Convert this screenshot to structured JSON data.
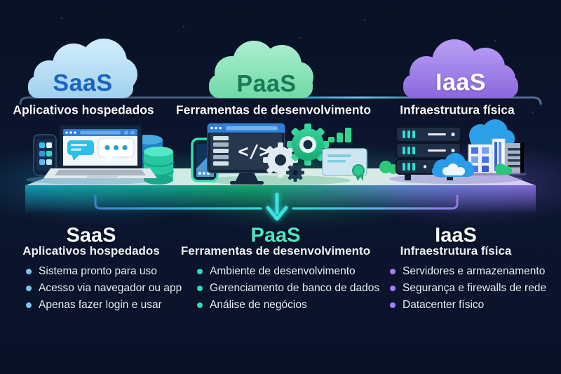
{
  "clouds": [
    {
      "id": "saas",
      "label": "SaaS",
      "caption": "Aplicativos hospedados",
      "cloud_color": "#aed9f4",
      "label_color": "#1a63c0"
    },
    {
      "id": "paas",
      "label": "PaaS",
      "caption": "Ferramentas de desenvolvimento",
      "cloud_color": "#8fe6bd",
      "label_color": "#187a56"
    },
    {
      "id": "iaas",
      "label": "IaaS",
      "caption": "Infraestrutura física",
      "cloud_color": "#9d7ce8",
      "label_color": "#ffffff"
    }
  ],
  "details": [
    {
      "id": "saas",
      "title": "SaaS",
      "subtitle": "Aplicativos hospedados",
      "title_color": "#f4f7fa",
      "bullet_color": "#7cc4f0",
      "bullets": [
        "Sistema pronto para uso",
        "Acesso via navegador ou app",
        "Apenas fazer login e usar"
      ]
    },
    {
      "id": "paas",
      "title": "PaaS",
      "subtitle": "Ferramentas de desenvolvimento",
      "title_color": "#4ce6c3",
      "bullet_color": "#2edcae",
      "bullets": [
        "Ambiente de desenvolvimento",
        "Gerenciamento de banco de dados",
        "Análise de negócios"
      ]
    },
    {
      "id": "iaas",
      "title": "IaaS",
      "subtitle": "Infraestrutura física",
      "title_color": "#f4f7fa",
      "bullet_color": "#a97cf2",
      "bullets": [
        "Servidores e armazenamento",
        "Segurança e firewalls de rede",
        "Datacenter físico"
      ]
    }
  ],
  "connector": {
    "arrow_color": "#38e4de",
    "left_color": "#3f7fc2",
    "right_color": "#9078dc"
  },
  "illustration": {
    "code_symbol": "</>",
    "icons": [
      "smartphone-icon",
      "laptop-icon",
      "chat-bubble-icon",
      "database-icon",
      "monitor-icon",
      "code-icon",
      "gear-icon",
      "bar-chart-icon",
      "certificate-icon",
      "server-rack-icon",
      "cloud-icon",
      "building-icon",
      "bush-icon",
      "down-arrow-icon"
    ]
  }
}
